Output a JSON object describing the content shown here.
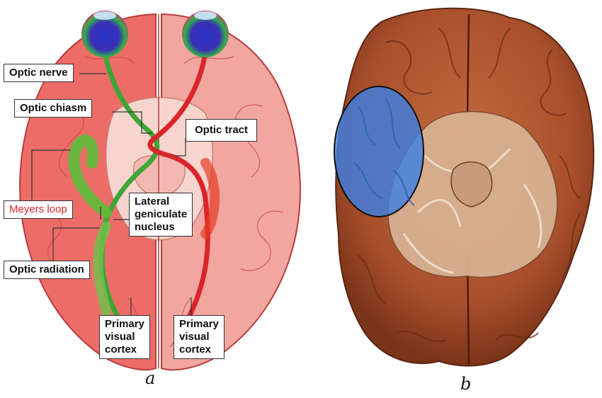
{
  "panel_a": {
    "caption": "a",
    "labels": {
      "optic_nerve": "Optic nerve",
      "optic_chiasm": "Optic chiasm",
      "optic_tract": "Optic tract",
      "meyers_loop": "Meyers loop",
      "lgn": "Lateral\ngeniculate\nnucleus",
      "optic_radiation": "Optic radiation",
      "visual_cortex_left": "Primary\nvisual\ncortex",
      "visual_cortex_right": "Primary\nvisual\ncortex"
    },
    "colors": {
      "hemisphere": "#e8585a",
      "hemisphere_light": "#f4b9b5",
      "pathway_green": "#3fa535",
      "pathway_red": "#d9262b",
      "eye_blue": "#2a36c8",
      "eye_green": "#2fb04a"
    }
  },
  "panel_b": {
    "caption": "b",
    "highlight_color": "#3d7fe0",
    "colors": {
      "brain": "#b05a34",
      "brain_dark": "#6e2c17",
      "white_matter": "#e8cdb3"
    }
  }
}
